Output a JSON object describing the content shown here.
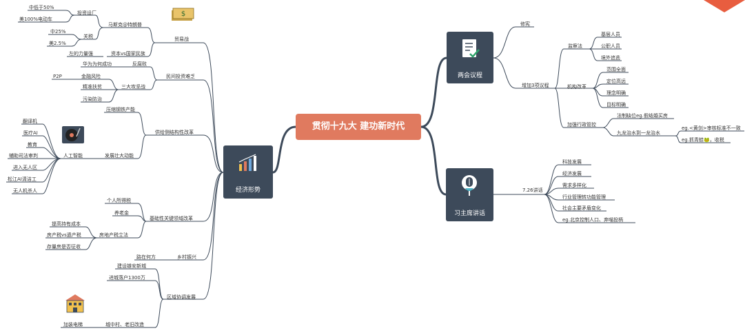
{
  "root": "贯彻十九大 建功新时代",
  "hubs": {
    "economy": "经济形势",
    "two_sessions": "两会议程",
    "xi_speech": "习主席讲话"
  },
  "economy": {
    "trade_war": "贸易战",
    "musk_trump": "马斯克@特朗普",
    "invest_factory": "投资设厂",
    "lt50": "中低于50%",
    "ev100": "美100%电动车",
    "tariff": "关税",
    "cn25": "中25%",
    "us25": "美2.5%",
    "left_force": "左的力量强",
    "capital_vs_nation": "资本vs国家民族",
    "private_invest": "民间投资难乏",
    "huawei": "华为为何成功",
    "anti_corruption": "反腐败",
    "p2p": "P2P",
    "finance_risk": "金融风险",
    "three_battles": "三大攻坚战",
    "poverty": "精准扶贫",
    "pollution": "污染防治",
    "steel": "压缩钢铁产能",
    "supply_reform": "供给侧结构性改革",
    "translator": "翻译机",
    "medical_ai": "医疗AI",
    "education": "教育",
    "judicial": "辅助司法审判",
    "unmanned_zone": "进入无人区",
    "songjiang": "松江AI清洁工",
    "drone_kill": "无人机杀人",
    "ai": "人工智能",
    "grow": "发展壮大动能",
    "income_tax": "个人所得税",
    "pension": "养老金",
    "basic_reform": "基础性关键领域改革",
    "holding_cost": "提高持有成本",
    "property_vs_estate": "房产税vs遗产税",
    "stock_housing": "存量房是否征收",
    "property_law": "房地产税立法",
    "road": "路在何方",
    "rural": "乡村振兴",
    "xiongan": "建设雄安新城",
    "urban": "进城落户1300万",
    "elevator": "加装电梯",
    "village": "城中村、老旧改造",
    "regional": "区域协调发展"
  },
  "two_sessions": {
    "constitution": "修宪",
    "supervision_law": "监察法",
    "grassroots": "基层人员",
    "public_staff": "公职人员",
    "overseas": "境外追逃",
    "add3": "增加3项议程",
    "reform_org": "机构改革",
    "scope": "范围全面",
    "positioning": "定位高远",
    "concept": "理念明确",
    "goal": "目标明确",
    "admin_control": "加强行政管控",
    "law_offside": "法制缺位eg.假结婚买房",
    "nine_dragons": "九龙治水到一龙治水",
    "review_std": "eg.<黄剑>审核标准不一致",
    "frog": "eg.抓青蛙🐸，收税"
  },
  "xi_speech": {
    "talk": "7.26讲话",
    "tech": "科技发展",
    "econ": "经济发展",
    "diverse": "需求多样化",
    "industry": "行业管理转功能管理",
    "conflict": "社会主要矛盾变化",
    "beijing": "eg.北京控制人口、弃喵投柄"
  },
  "colors": {
    "root": "#e07a5f",
    "hub": "#3d4a5a",
    "line": "#3d4a5a",
    "corner": "#e85d3f"
  },
  "icons": {
    "economy": "bar-chart-icon",
    "two_sessions": "checklist-icon",
    "xi_speech": "microphone-icon",
    "trade_war": "money-icon",
    "ai": "record-player-icon",
    "regional": "building-icon"
  }
}
